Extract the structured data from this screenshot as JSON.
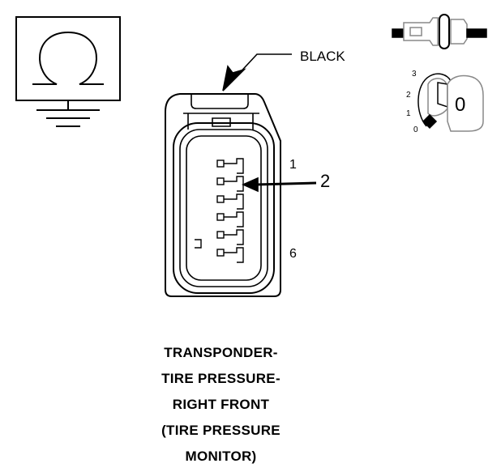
{
  "connector": {
    "color_label": "BLACK",
    "pin_first": "1",
    "pin_last": "6",
    "callout_number": "2"
  },
  "ignition_key": {
    "positions": [
      "3",
      "2",
      "1",
      "0"
    ],
    "key_letter": "0"
  },
  "caption": {
    "lines": [
      "TRANSPONDER-",
      "TIRE PRESSURE-",
      "RIGHT FRONT",
      "(TIRE PRESSURE",
      "MONITOR)"
    ]
  },
  "icons": [
    "ground-symbol-icon",
    "connector-housing-icon",
    "ignition-key-icon"
  ]
}
